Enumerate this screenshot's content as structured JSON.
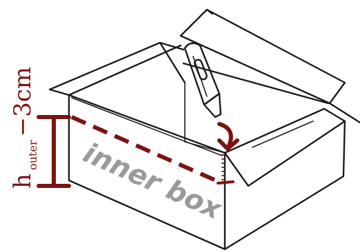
{
  "dimension": {
    "h": "h",
    "subscript": "outer",
    "suffix": "−3cm"
  },
  "label": {
    "inner_box": "inner box"
  },
  "colors": {
    "dimension_red": "#7a1414",
    "outline": "#1b1b1b",
    "label_gray": "#9a9a9a"
  },
  "icons": {
    "tool": "utility-knife-icon",
    "arrow": "curved-arrow-down-icon"
  }
}
